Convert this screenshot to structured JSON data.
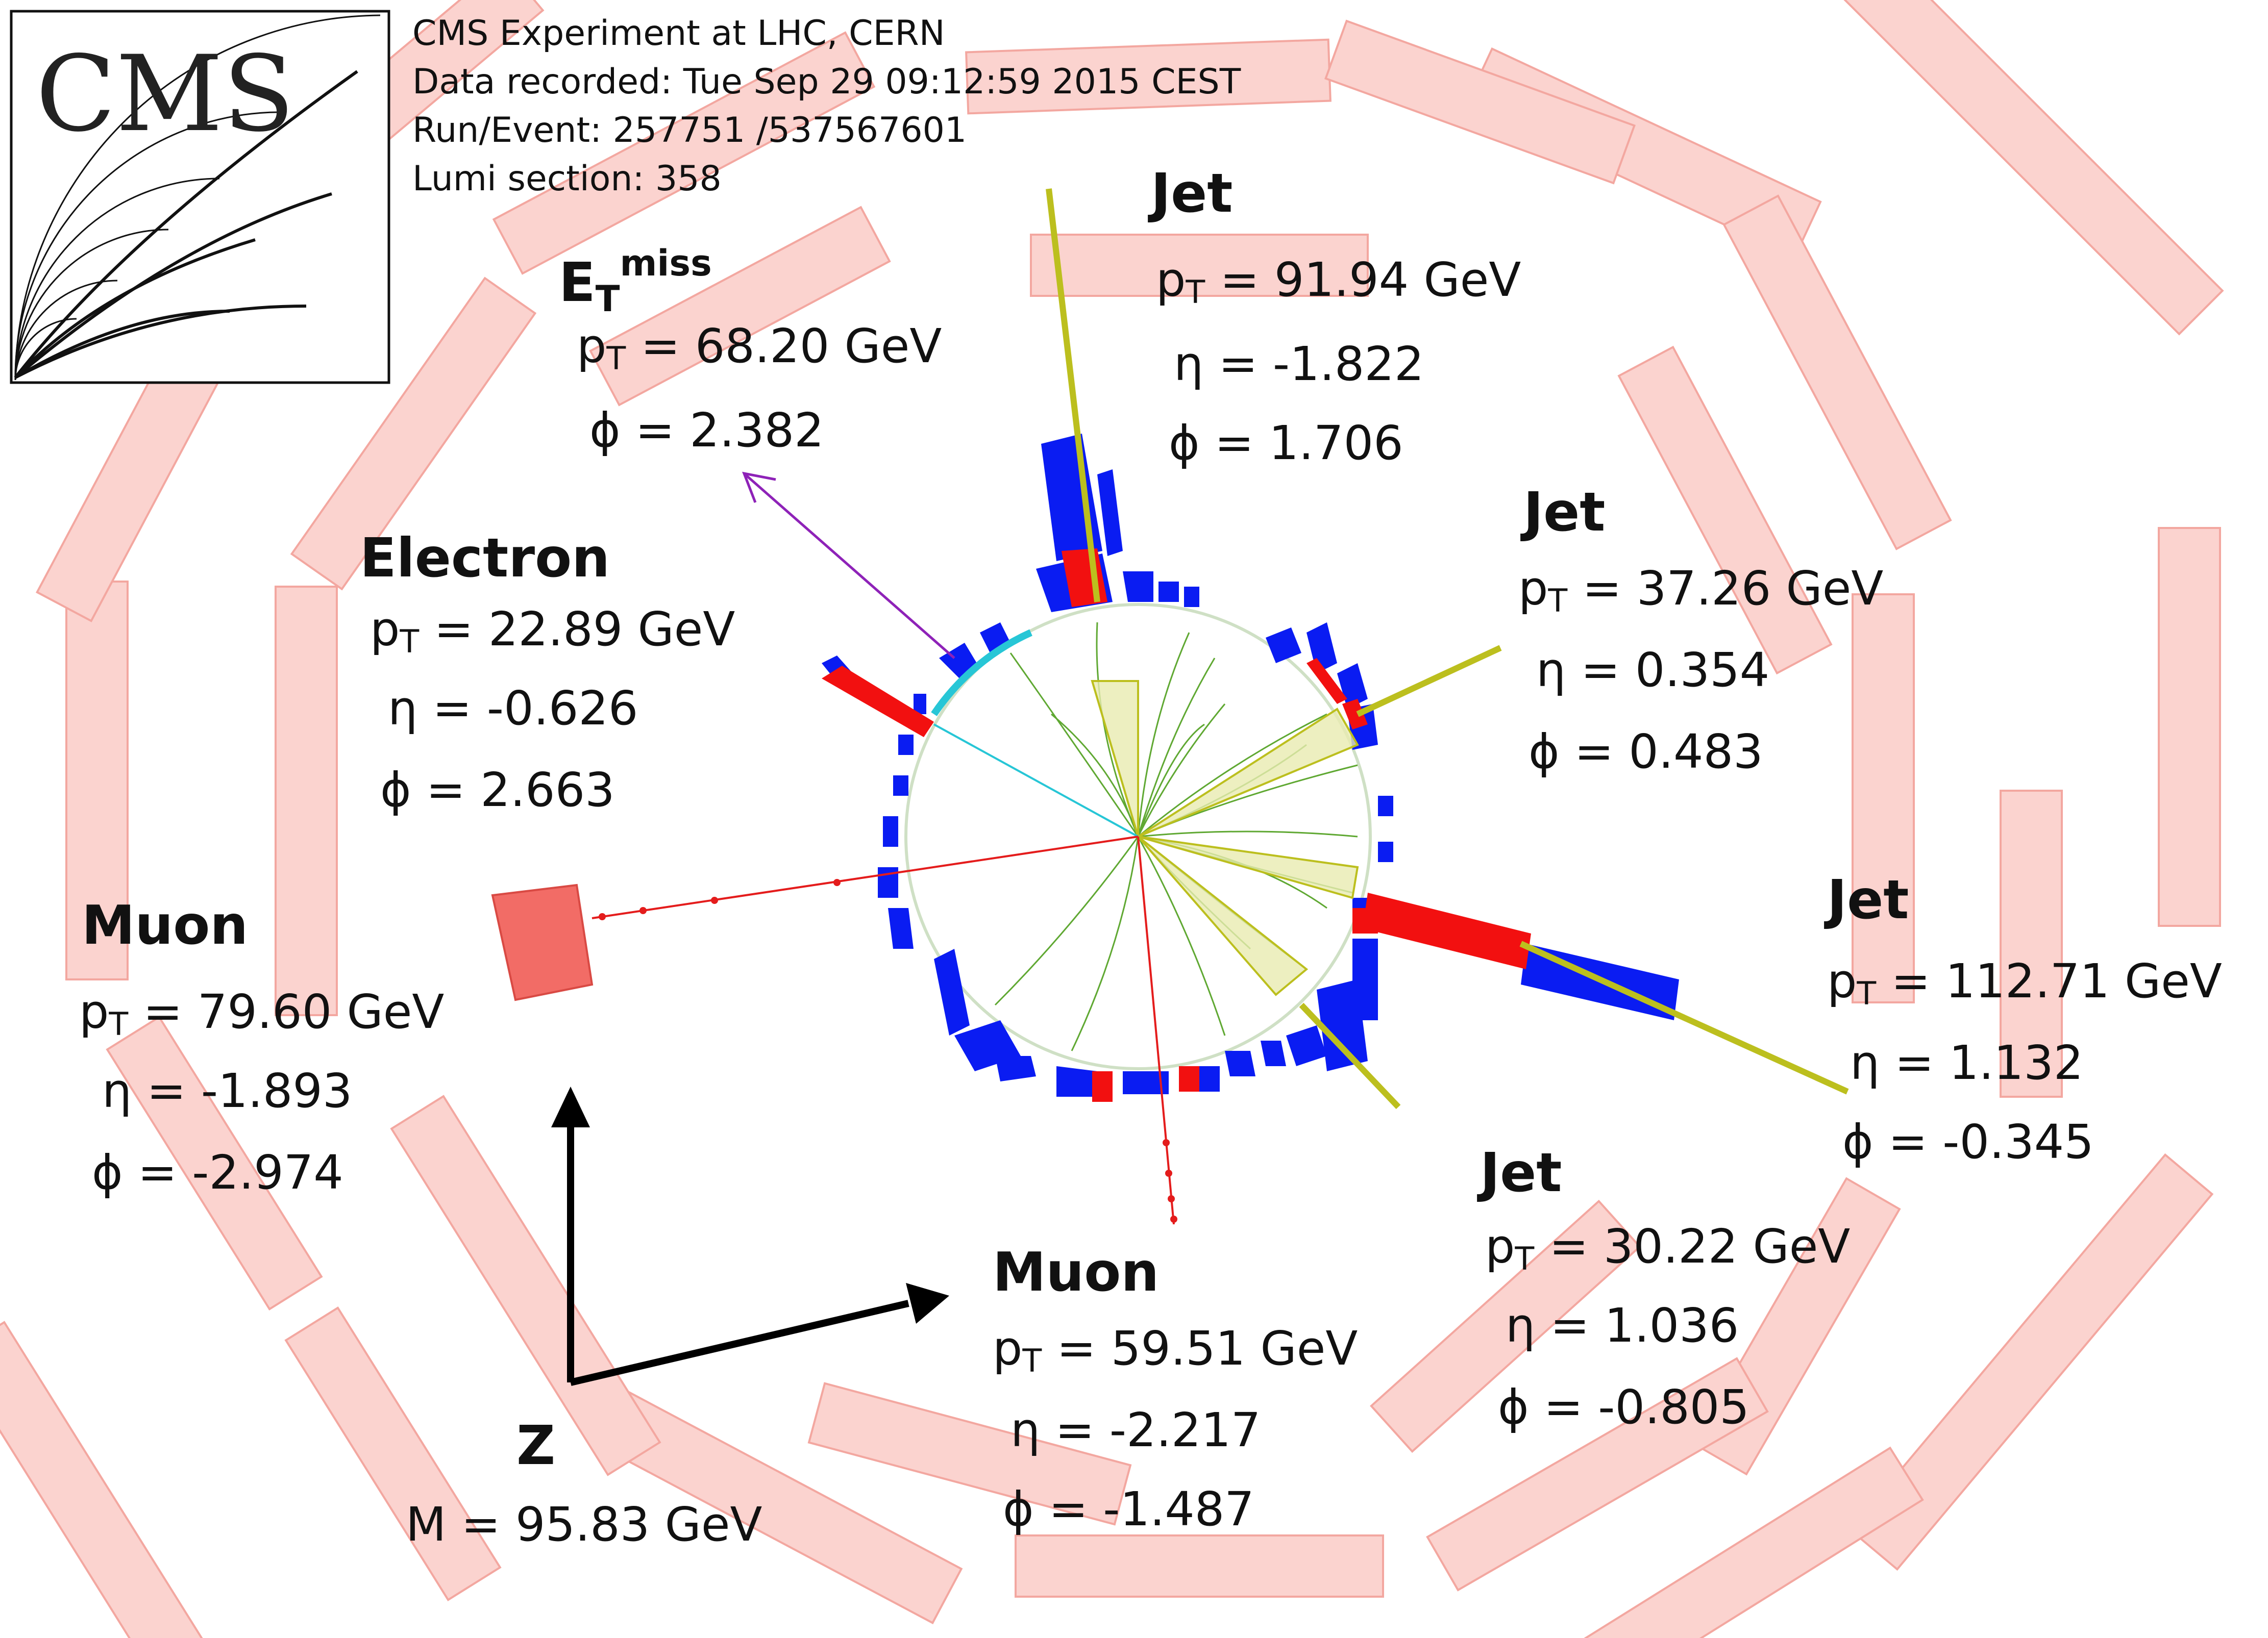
{
  "logo": {
    "text": "CMS"
  },
  "header": {
    "experiment": "CMS Experiment at LHC, CERN",
    "recorded": "Data recorded: Tue Sep 29 09:12:59 2015 CEST",
    "run_event": "Run/Event: 257751 /537567601",
    "lumi": "Lumi section: 358"
  },
  "met": {
    "title_main": "E",
    "title_sub": "T",
    "title_sup": "miss",
    "pt": "p",
    "pt_sub": "T",
    "pt_val": " = 68.20 GeV",
    "phi": "ϕ = 2.382"
  },
  "jet1": {
    "title": "Jet",
    "pt": "p",
    "pt_sub": "T",
    "pt_val": " = 91.94 GeV",
    "eta": "η = -1.822",
    "phi": "ϕ = 1.706"
  },
  "jet2": {
    "title": "Jet",
    "pt": "p",
    "pt_sub": "T",
    "pt_val": " = 37.26 GeV",
    "eta": "η = 0.354",
    "phi": "ϕ = 0.483"
  },
  "jet3": {
    "title": "Jet",
    "pt": "p",
    "pt_sub": "T",
    "pt_val": " = 112.71 GeV",
    "eta": "η = 1.132",
    "phi": "ϕ = -0.345"
  },
  "jet4": {
    "title": "Jet",
    "pt": "p",
    "pt_sub": "T",
    "pt_val": " = 30.22 GeV",
    "eta": "η = 1.036",
    "phi": "ϕ = -0.805"
  },
  "electron": {
    "title": "Electron",
    "pt": "p",
    "pt_sub": "T",
    "pt_val": " = 22.89 GeV",
    "eta": "η = -0.626",
    "phi": "ϕ = 2.663"
  },
  "muon1": {
    "title": "Muon",
    "pt": "p",
    "pt_sub": "T",
    "pt_val": " = 79.60 GeV",
    "eta": "η = -1.893",
    "phi": "ϕ = -2.974"
  },
  "muon2": {
    "title": "Muon",
    "pt": "p",
    "pt_sub": "T",
    "pt_val": " = 59.51 GeV",
    "eta": "η = -2.217",
    "phi": "ϕ = -1.487"
  },
  "z": {
    "title": "Z",
    "mass": "M = 95.83 GeV"
  },
  "colors": {
    "muon_chamber": "#fbd3cf",
    "muon_chamber_edge": "#f3a7a0",
    "hcal": "#0a1cf2",
    "ecal": "#f21010",
    "jet": "#bcbf1e",
    "met": "#8e22b8",
    "electron_track": "#27c6d6",
    "muon_track": "#e41c1c",
    "tracks": "#5fa832"
  }
}
